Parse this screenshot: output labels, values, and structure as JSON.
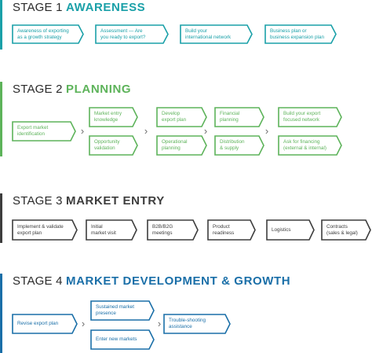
{
  "colors": {
    "awareness": "#1aa0a8",
    "planning": "#5db35a",
    "market_entry": "#3d3d3d",
    "development": "#1a6fa8",
    "arrow": "#6b6b6b"
  },
  "stages": [
    {
      "prefix": "STAGE 1",
      "name": "AWARENESS",
      "steps": [
        "Awareness of exporting\nas a growth strategy",
        "Assessment — Are\nyou ready to export?",
        "Build your\ninternational network",
        "Business plan or\nbusiness expansion plan"
      ]
    },
    {
      "prefix": "STAGE 2",
      "name": "PLANNING",
      "start": "Export market\nidentification",
      "columns": [
        [
          "Market entry\nknowledge",
          "Opportunity\nvalidation"
        ],
        [
          "Develop\nexport plan",
          "Operational\nplanning"
        ],
        [
          "Financial\nplanning",
          "Distribution\n& supply"
        ],
        [
          "Build your export\nfocused network",
          "Ask for financing\n(external & internal)"
        ]
      ]
    },
    {
      "prefix": "STAGE 3",
      "name": "MARKET ENTRY",
      "steps": [
        "Implement & validate\nexport plan",
        "Initial\nmarket visit",
        "B2B/B2G\nmeetings",
        "Product\nreadiness",
        "Logistics",
        "Contracts\n(sales & legal)"
      ]
    },
    {
      "prefix": "STAGE 4",
      "name": "MARKET DEVELOPMENT & GROWTH",
      "start": "Revise export plan",
      "middle": [
        "Sustained market\npresence",
        "Enter new markets"
      ],
      "end": "Trouble-shooting\nassistance"
    }
  ]
}
